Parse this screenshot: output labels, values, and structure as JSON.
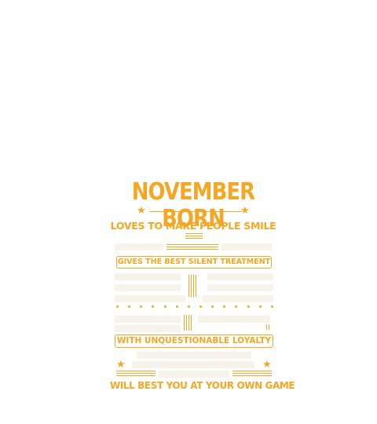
{
  "design": {
    "title": "NOVEMBER BORN",
    "line1": "LOVES TO MAKE PEOPLE SMILE",
    "line2": "GIVES THE BEST SILENT TREATMENT",
    "line3": "WITH UNQUESTIONABLE LOYALTY",
    "line4": "WILL BEST YOU AT YOUR OWN GAME",
    "color": "#f5a623"
  }
}
